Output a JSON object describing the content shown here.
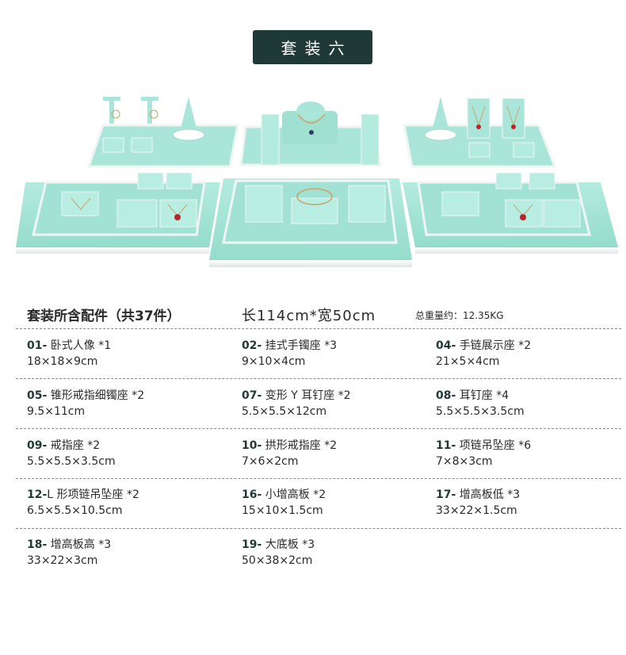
{
  "header": {
    "title": "套装六"
  },
  "summary": {
    "title": "套装所含配件（共37件）",
    "size": "长114cm*宽50cm",
    "weight": "总重量约：12.35KG"
  },
  "colors": {
    "accent": "#1f3a36",
    "display_mint": "#a9e6d9",
    "display_trim": "#f2f5f3"
  },
  "items": [
    {
      "num": "01-",
      "name": " 卧式人像 *1",
      "dims": "18×18×9cm"
    },
    {
      "num": "02-",
      "name": " 挂式手镯座 *3",
      "dims": "9×10×4cm"
    },
    {
      "num": "04-",
      "name": " 手链展示座 *2",
      "dims": "21×5×4cm"
    },
    {
      "num": "05-",
      "name": " 锥形戒指细镯座 *2",
      "dims": "9.5×11cm"
    },
    {
      "num": "07-",
      "name": " 变形 Y 耳钉座 *2",
      "dims": "5.5×5.5×12cm"
    },
    {
      "num": "08-",
      "name": " 耳钉座 *4",
      "dims": "5.5×5.5×3.5cm"
    },
    {
      "num": "09-",
      "name": " 戒指座 *2",
      "dims": "5.5×5.5×3.5cm"
    },
    {
      "num": "10-",
      "name": " 拱形戒指座 *2",
      "dims": "7×6×2cm"
    },
    {
      "num": "11-",
      "name": " 项链吊坠座 *6",
      "dims": "7×8×3cm"
    },
    {
      "num": "12-",
      "name": "L 形项链吊坠座 *2",
      "dims": "6.5×5.5×10.5cm"
    },
    {
      "num": "16-",
      "name": " 小增高板 *2",
      "dims": "15×10×1.5cm"
    },
    {
      "num": "17-",
      "name": " 增高板低 *3",
      "dims": "33×22×1.5cm"
    },
    {
      "num": "18-",
      "name": " 增高板高 *3",
      "dims": "33×22×3cm"
    },
    {
      "num": "19-",
      "name": " 大底板 *3",
      "dims": "50×38×2cm"
    }
  ]
}
